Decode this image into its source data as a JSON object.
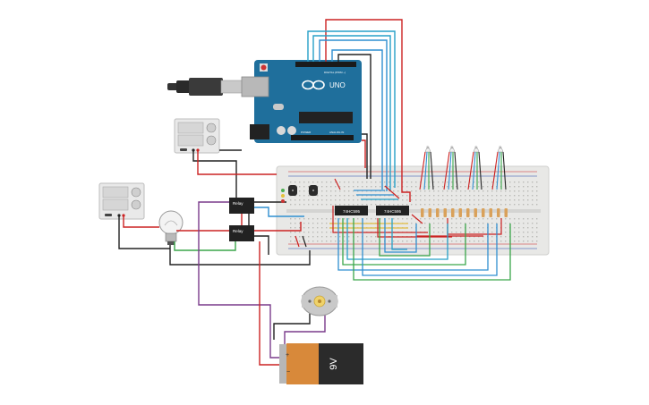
{
  "arduino": {
    "brand": "UNO",
    "digital_label": "DIGITAL (PWM ~)",
    "power_label": "POWER",
    "analog_label": "ANALOG IN"
  },
  "ic": {
    "left_label": "74HC595",
    "right_label": "74HC595"
  },
  "relay": {
    "label": "Relay"
  },
  "battery": {
    "label": "9V"
  },
  "led": {
    "label": "D"
  },
  "colors": {
    "arduino_blue": "#1f6f9c",
    "wire_red": "#cc2222",
    "wire_black": "#222222",
    "wire_blue": "#2f8fd0",
    "wire_cyan": "#26a0c8",
    "wire_green": "#3aa64a",
    "wire_purple": "#7a3b8c",
    "wire_yellow": "#e3c35a",
    "breadboard": "#e8e8e6",
    "battery_orange": "#d8893a",
    "battery_black": "#2b2b2b"
  }
}
